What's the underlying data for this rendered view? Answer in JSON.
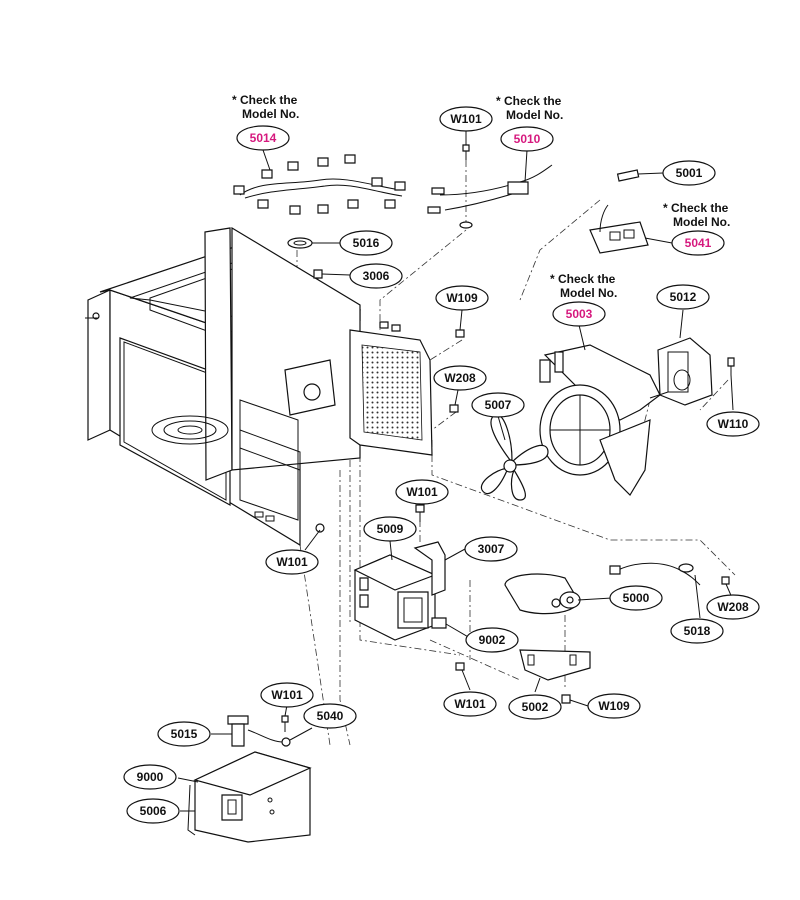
{
  "colors": {
    "highlight": "#d6197e",
    "line": "#111111"
  },
  "notes": {
    "n5014": {
      "line1": "* Check the",
      "line2": "Model No."
    },
    "n5010": {
      "line1": "* Check the",
      "line2": "Model No."
    },
    "n5041": {
      "line1": "* Check the",
      "line2": "Model No."
    },
    "n5003": {
      "line1": "* Check the",
      "line2": "Model No."
    }
  },
  "labels": {
    "p5014": "5014",
    "p5010": "5010",
    "w101_top": "W101",
    "p5001": "5001",
    "p5041": "5041",
    "p5016": "5016",
    "p3006": "3006",
    "w109_top": "W109",
    "p5003": "5003",
    "p5012": "5012",
    "w208_mid": "W208",
    "p5007": "5007",
    "w110": "W110",
    "w101_mid": "W101",
    "p5009": "5009",
    "p3007": "3007",
    "w101_left": "W101",
    "p5000": "5000",
    "w208_right": "W208",
    "p5018": "5018",
    "p9002": "9002",
    "w101_bot": "W101",
    "p5002": "5002",
    "w109_bot": "W109",
    "w101_low": "W101",
    "p5040": "5040",
    "p5015": "5015",
    "p9000": "9000",
    "p5006": "5006"
  }
}
